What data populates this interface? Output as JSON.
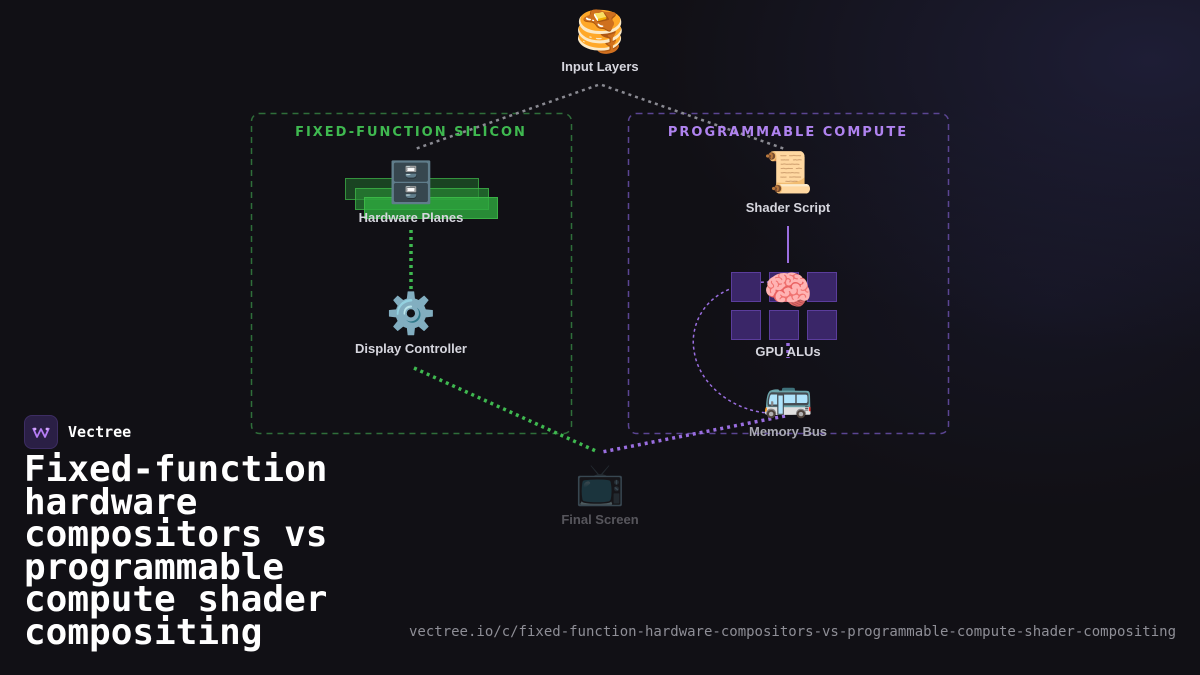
{
  "brand": {
    "name": "Vectree"
  },
  "headline": "Fixed-function hardware compositors vs programmable compute shader compositing",
  "footer_url": "vectree.io/c/fixed-function-hardware-compositors-vs-programmable-compute-shader-compositing",
  "groups": {
    "fixed": {
      "label": "FIXED-FUNCTION SILICON",
      "color": "#3fb950"
    },
    "programmable": {
      "label": "PROGRAMMABLE COMPUTE",
      "color": "#b083f0"
    }
  },
  "nodes": {
    "input_layers": {
      "label": "Input Layers",
      "icon": "🥞"
    },
    "hardware_planes": {
      "label": "Hardware Planes",
      "icon": "🗄️"
    },
    "display_controller": {
      "label": "Display Controller",
      "icon": "⚙️"
    },
    "shader_script": {
      "label": "Shader Script",
      "icon": "📜"
    },
    "gpu_alus": {
      "label": "GPU ALUs",
      "icon": "🧠"
    },
    "memory_bus": {
      "label": "Memory Bus",
      "icon": "🚌"
    },
    "final_screen": {
      "label": "Final Screen",
      "icon": "📺"
    }
  },
  "colors": {
    "neutral_wire": "#8a8a92",
    "fixed_wire": "#3fb950",
    "programmable_wire": "#9a6ee0"
  }
}
